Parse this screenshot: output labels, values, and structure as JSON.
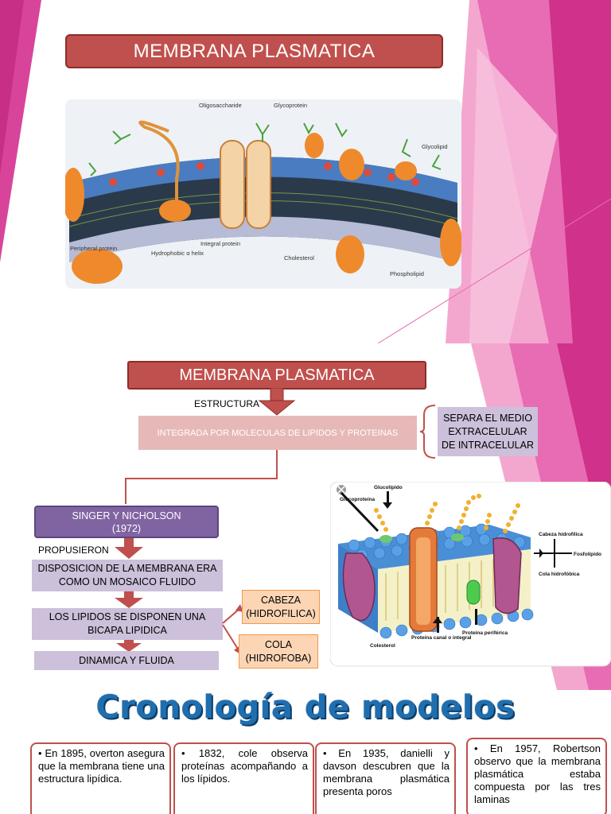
{
  "slide1": {
    "title": "MEMBRANA PLASMATICA",
    "figure_labels": {
      "oligosaccharide": "Oligosaccharide",
      "glycoprotein": "Glycoprotein",
      "glycolipid": "Glycolipid",
      "peripheral_protein": "Peripheral protein",
      "hydrophobic_helix": "Hydrophobic α helix",
      "integral_protein": "Integral protein",
      "cholesterol": "Cholesterol",
      "phospholipid": "Phospholipid"
    }
  },
  "slide2": {
    "title": "MEMBRANA PLASMATICA",
    "estructura_label": "ESTRUCTURA",
    "integrada_text": "INTEGRADA POR MOLECULAS DE LIPIDOS Y PROTEINAS",
    "separa_text": "SEPARA EL MEDIO EXTRACELULAR DE INTRACELULAR",
    "singer_text": "SINGER Y NICHOLSON (1972)",
    "propusieron_label": "PROPUSIERON",
    "disposicion_text": "DISPOSICION DE LA MEMBRANA ERA COMO UN MOSAICO FLUIDO",
    "lipidos_text": "LOS LIPIDOS SE DISPONEN UNA BICAPA LIPIDICA",
    "dinamica_text": "DINAMICA Y FLUIDA",
    "cabeza_text": "CABEZA (HIDROFILICA)",
    "cola_text": "COLA (HIDROFOBA)",
    "figure_labels": {
      "glucolipido": "Glucolípido",
      "glucoproteina": "Glucoproteína",
      "cabeza_hidrofilica": "Cabeza hidrofílica",
      "fosfolipido": "Fosfolípido",
      "cola_hidrofobica": "Cola hidrofóbica",
      "colesterol": "Colesterol",
      "proteina_canal": "Proteína canal o integral",
      "proteina_periferica": "Proteína periférica"
    }
  },
  "slide3": {
    "title": "Cronología de modelos",
    "cards": [
      {
        "text": "• En 1895, overton asegura que la membrana tiene una estructura lipídica."
      },
      {
        "text": "• 1832, cole observa proteínas acompañando a los lípidos."
      },
      {
        "text": "• En 1935, danielli y davson descubren que la membrana plasmática presenta poros"
      },
      {
        "text": "• En 1957, Robertson observo que la membrana plasmática estaba compuesta por las tres laminas"
      }
    ]
  },
  "colors": {
    "title_red": "#c0504d",
    "magenta": "#e040a0",
    "lavender": "#ccc0da",
    "purple": "#8064a2",
    "peach": "#fcd5b4",
    "blue_title": "#1f6fb0"
  }
}
